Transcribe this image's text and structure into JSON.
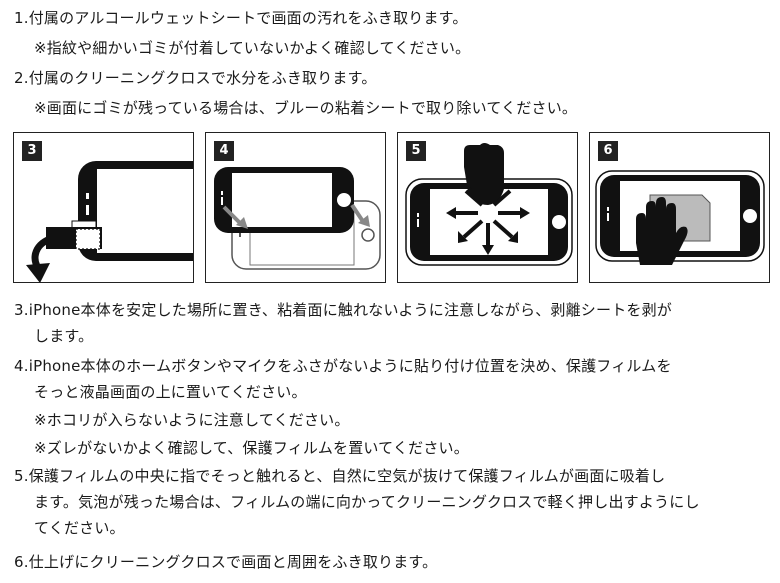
{
  "steps_top": [
    {
      "num": "1.",
      "text": "付属のアルコールウェットシートで画面の汚れをふき取ります。"
    },
    {
      "note": "※指紋や細かいゴミが付着していないかよく確認してください。"
    },
    {
      "num": "2.",
      "text": "付属のクリーニングクロスで水分をふき取ります。"
    },
    {
      "note": "※画面にゴミが残っている場合は、ブルーの粘着シートで取り除いてください。"
    }
  ],
  "panels": [
    "3",
    "4",
    "5",
    "6"
  ],
  "steps_bottom": [
    {
      "num": "3.",
      "text": "iPhone本体を安定した場所に置き、粘着面に触れないように注意しながら、剥離シートを剥が"
    },
    {
      "text": "します。"
    },
    {
      "num": "4.",
      "text": "iPhone本体のホームボタンやマイクをふさがないように貼り付け位置を決め、保護フィルムを"
    },
    {
      "text": "そっと液晶画面の上に置いてください。"
    },
    {
      "note": "※ホコリが入らないように注意してください。"
    },
    {
      "note": "※ズレがないかよく確認して、保護フィルムを置いてください。"
    },
    {
      "num": "5.",
      "text": "保護フィルムの中央に指でそっと触れると、自然に空気が抜けて保護フィルムが画面に吸着し"
    },
    {
      "text": "ます。気泡が残った場合は、フィルムの端に向かってクリーニングクロスで軽く押し出すようにし"
    },
    {
      "text": "てください。"
    },
    {
      "num": "6.",
      "text": "仕上げにクリーニングクロスで画面と周囲をふき取ります。"
    }
  ]
}
